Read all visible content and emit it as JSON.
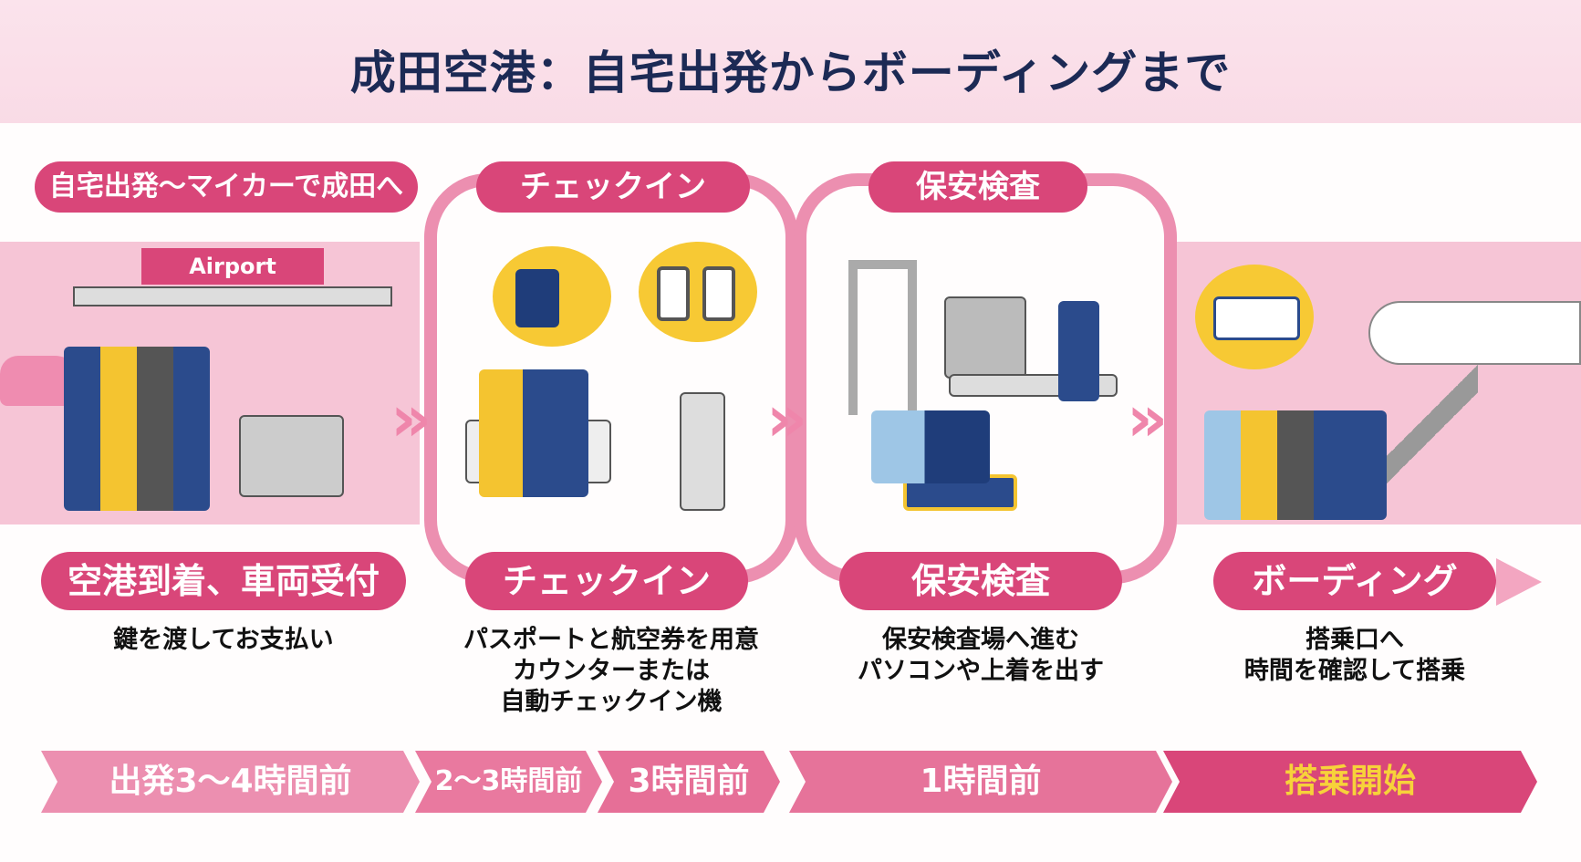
{
  "title": "成田空港：自宅出発からボーディングまで",
  "steps": [
    {
      "top_label": "自宅出発〜マイカーで成田へ",
      "bottom_label": "空港到着、車両受付",
      "description": "鍵を渡してお支払い",
      "sign": "Airport"
    },
    {
      "top_label": "チェックイン",
      "bottom_label": "チェックイン",
      "description": "パスポートと航空券を用意\nカウンターまたは\n自動チェックイン機"
    },
    {
      "top_label": "保安検査",
      "bottom_label": "保安検査",
      "description": "保安検査場へ進む\nパソコンや上着を出す"
    },
    {
      "top_label": "",
      "bottom_label": "ボーディング",
      "description": "搭乗口へ\n時間を確認して搭乗"
    }
  ],
  "timeline": [
    "出発3〜4時間前",
    "2〜3時間前",
    "3時間前",
    "1時間前",
    "搭乗開始"
  ],
  "colors": {
    "accent": "#d94679",
    "band": "#f6c5d6",
    "title": "#1c2a55",
    "highlight": "#f7d23a"
  }
}
